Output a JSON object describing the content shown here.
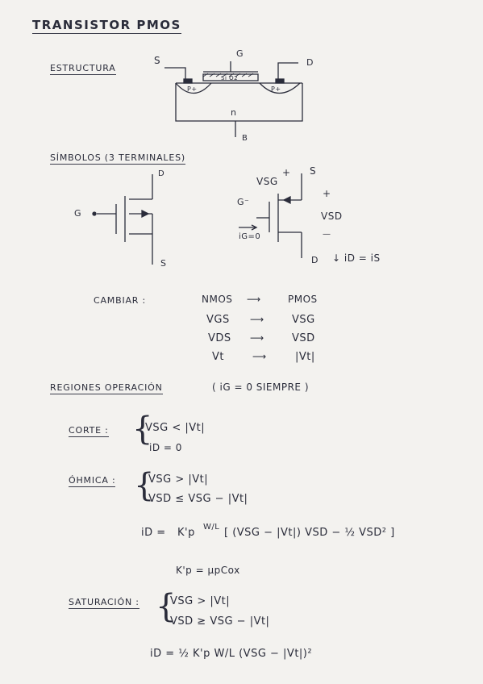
{
  "title": "TRANSISTOR PMOS",
  "estructura": {
    "heading": "ESTRUCTURA",
    "labels": {
      "s": "S",
      "g": "G",
      "d": "D",
      "oxide": "Si O2",
      "p_left": "P+",
      "p_right": "P+",
      "n": "n",
      "b": "B"
    }
  },
  "simbolos": {
    "heading": "SÍMBOLOS (3 TERMINALES)",
    "left": {
      "d": "D",
      "g": "G",
      "s": "S"
    },
    "right": {
      "vsg": "VSG",
      "plus1": "+",
      "s": "S",
      "plus2": "+",
      "g_minus": "G⁻",
      "vsd": "VSD",
      "ig": "iG=0",
      "minus": "—",
      "d": "D",
      "id": "↓ iD = iS"
    }
  },
  "cambiar": {
    "heading": "CAMBIAR :",
    "rows": [
      {
        "from": "NMOS",
        "arrow": "⟶",
        "to": "PMOS"
      },
      {
        "from": "VGS",
        "arrow": "⟶",
        "to": "VSG"
      },
      {
        "from": "VDS",
        "arrow": "⟶",
        "to": "VSD"
      },
      {
        "from": "Vt",
        "arrow": "⟶",
        "to": "|Vt|"
      }
    ]
  },
  "regiones": {
    "heading": "REGIONES OPERACIÓN",
    "note": "( iG = 0   SIEMPRE )",
    "corte": {
      "label": "CORTE :",
      "cond1": "VSG < |Vt|",
      "cond2": "iD = 0"
    },
    "ohmica": {
      "label": "ÓHMICA :",
      "cond1": "VSG > |Vt|",
      "cond2": "VSD ≤ VSG − |Vt|",
      "eq_left": "iD =",
      "eq_kp": "K'p",
      "eq_wl": "W/L",
      "eq_bracket": "[ (VSG − |Vt|) VSD − ½ VSD² ]",
      "kp_def": "K'p = μpCox"
    },
    "saturacion": {
      "label": "SATURACIÓN :",
      "cond1": "VSG > |Vt|",
      "cond2": "VSD ≥ VSG − |Vt|",
      "eq": "iD = ½ K'p W/L (VSG − |Vt|)²"
    }
  }
}
